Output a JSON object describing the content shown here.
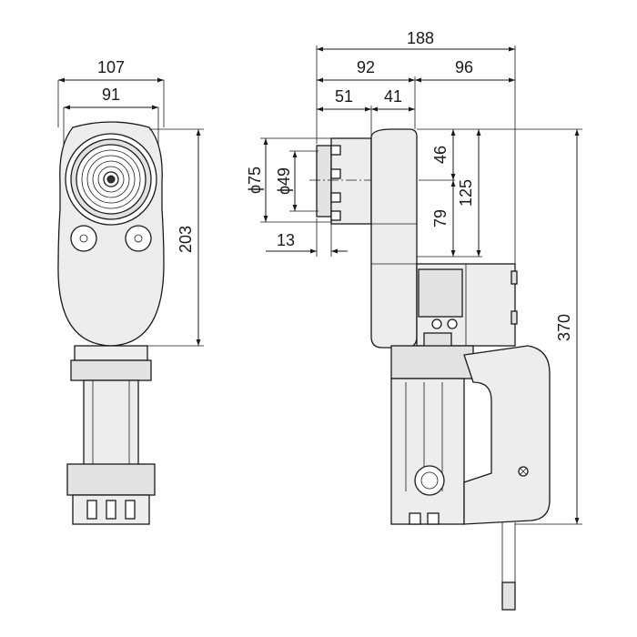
{
  "dimensions": {
    "front_outer_width": "107",
    "front_inner_width": "91",
    "front_height": "203",
    "side_total_length": "188",
    "side_left_length": "92",
    "side_right_length": "96",
    "socket_length": "51",
    "head_width": "41",
    "outer_diameter": "ϕ75",
    "inner_diameter": "ϕ49",
    "socket_depth": "13",
    "upper_offset": "46",
    "lower_offset": "79",
    "head_height": "125",
    "total_height": "370"
  },
  "colors": {
    "line": "#1a1a1a",
    "body_fill": "#ededed",
    "background": "#ffffff"
  }
}
